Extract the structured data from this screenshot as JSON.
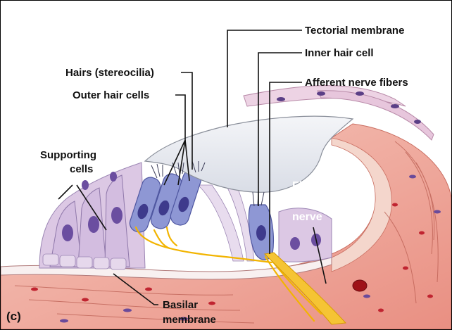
{
  "panel_letter": "(c)",
  "labels": {
    "tectorial_membrane": "Tectorial membrane",
    "inner_hair_cell": "Inner hair cell",
    "afferent_nerve_fibers": "Afferent nerve fibers",
    "hairs_stereocilia": "Hairs (stereocilia)",
    "outer_hair_cells": "Outer hair cells",
    "supporting_cells_1": "Supporting",
    "supporting_cells_2": "cells",
    "fibers_cochlear_1": "Fibers of",
    "fibers_cochlear_2": "cochlear",
    "fibers_cochlear_3": "nerve",
    "basilar_1": "Basilar",
    "basilar_2": "membrane"
  },
  "colors": {
    "tectorial": "#e8ebf1",
    "supporting_cell": "#d9c6e3",
    "hair_cell": "#8a93cf",
    "nucleus": "#4b3e8c",
    "tissue": "#efb1a6",
    "fiber": "#f2b400",
    "leader": "#111111"
  }
}
